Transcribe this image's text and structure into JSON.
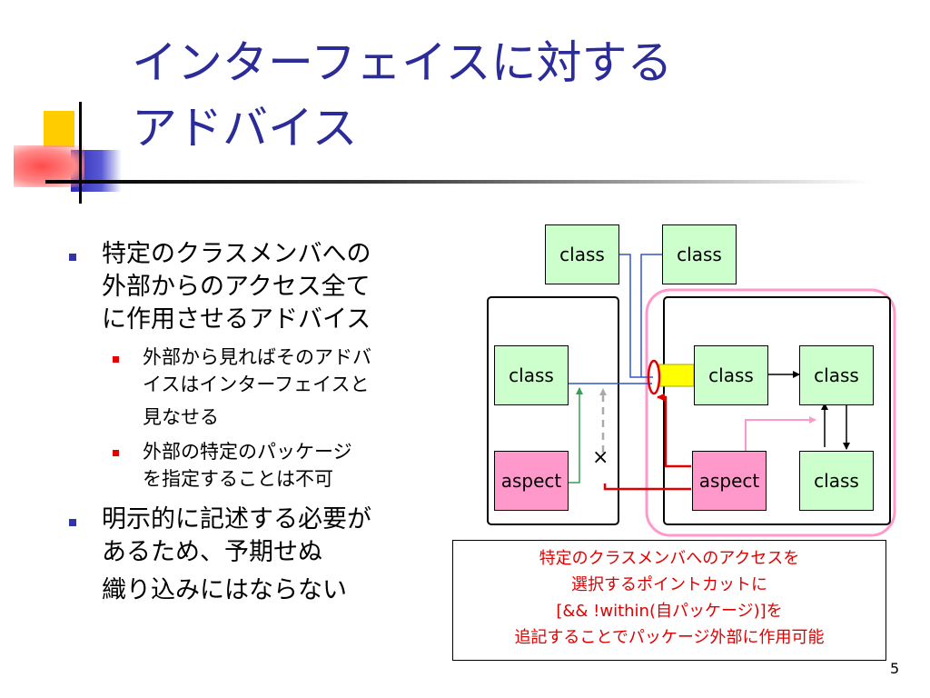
{
  "slide": {
    "title_line1": "インターフェイスに対する",
    "title_line2": "アドバイス",
    "page_number": "5"
  },
  "bullets": {
    "b1": [
      "特定のクラスメンバへの",
      "外部からのアクセス全て",
      "に作用させるアドバイス"
    ],
    "b1_sub1": [
      "外部から見ればそのアドバ",
      "イスはインターフェイスと",
      "見なせる"
    ],
    "b1_sub2": [
      "外部の特定のパッケージ",
      "を指定することは不可"
    ],
    "b2": [
      "明示的に記述する必要が",
      "あるため、予期せぬ",
      "織り込みにはならない"
    ]
  },
  "diagram": {
    "class_label": "class",
    "aspect_label": "aspect",
    "cross_mark": "×",
    "note_lines": [
      "特定のクラスメンバへのアクセスを",
      "選択するポイントカットに",
      "[&& !within(自パッケージ)]を",
      "追記することでパッケージ外部に作用可能"
    ]
  },
  "colors": {
    "title": "#2b2b9a",
    "class_fill": "#ccffcc",
    "aspect_fill": "#ff99cc",
    "highlight": "#ff99cc",
    "note_text": "#e00000",
    "interface_fill": "#ffff00"
  }
}
